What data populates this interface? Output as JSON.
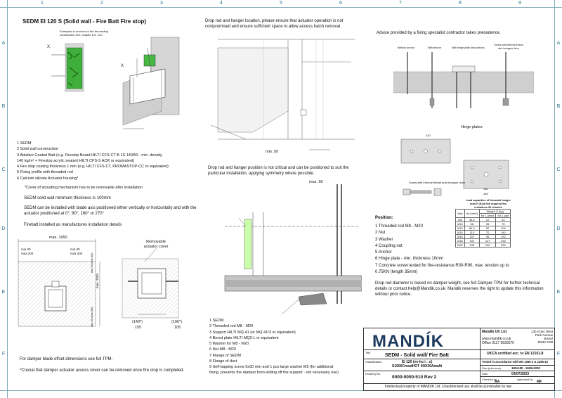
{
  "frame": {
    "columns": [
      "1",
      "2",
      "3",
      "4",
      "5",
      "6",
      "7",
      "8",
      "9"
    ],
    "rows": [
      "A",
      "B",
      "C",
      "D",
      "E",
      "F"
    ]
  },
  "left": {
    "title": "SEDM EI 120 S (Solid wall - Fire Batt Fire stop)",
    "examples_note": "Examples of anchors to the fire sealing construction see: chapter 6.5 - 6.0.",
    "legend": [
      "1   SEDM",
      "2   Solid wall construction",
      "3   Ablative Coated Batt (e.g. Firestop Board HILTI CFS-CT B 1S 140/50 - min. density",
      "     140 kg/m³ + Firestop acrylic sealant HILTI CFS-S ACR or equivalent)",
      "4   Fire stop coating thickness 1 mm (e.g. HILTI CFS-CT, PROMASTOP-CC or equivalent)",
      "5   Fixing profile with threaded rod",
      "6   Calcium silicate Actuator housing*"
    ],
    "cover_note": "*Cover of actuating mechanism has to be removable after installation",
    "min_thickness": "SEDM solid wall minimum thickness is 100mm",
    "blade_note": "SEDM can be installed with blade axis positioned either vertically or horizontally and with the actuator positioned at 0°, 90°, 180° or 270°",
    "firebatt_note": "Firebatt installed as manufactures installation details",
    "dims": {
      "max1650": "max. 1650",
      "min30_left": "min.30\nmax.400",
      "min30_right": "min.30\nmax.400",
      "max2050": "max. 2050",
      "min30_v1": "min.30 max.400",
      "min30_v2": "min.30 max.400",
      "removable_cover": "Removable actuator cover",
      "d140": "(140*)",
      "d155": "155",
      "d106": "(106*)",
      "d105": "105"
    },
    "offset_note": "For damper blade offset dimensions see full TPM.",
    "crucial_note": "*Crucial that damper actuator access cover can be removed once fire stop is completed.",
    "x_label": "X",
    "x_label2": "X"
  },
  "middle": {
    "drop_rod_note": "Drop rod and hanger location, please ensure that actuator operation is not compromised and ensure sufficient space to allow access hatch removal.",
    "drop_rod_note2": "Drop rod and hanger position is not critical and can be positioned to suit the particular installation, applying symmetry where possible.",
    "max50": "max. 50",
    "min50": "min. 50",
    "legend": [
      "1   SEDM",
      "2   Threaded rod M8 - M20",
      "3   Support HILTI MQ-41 (or MQ-41/3 or equivalent)",
      "4   Bored plate HILTI MQ2-L or equivalent",
      "5   Washer for M8 - M20",
      "6   Nut M8 - M20",
      "7   Flange of SEDM",
      "8   Flange of duct",
      "9   Self-tapping screw 5x30 mm and 1 pcs large washer M5 (for additional",
      "     fixing, prevents the damper from sliding off the support - not necessary use)"
    ]
  },
  "right": {
    "advice": "Advice provided by a fixing specialist contractor takes precedence.",
    "anchor_labels": [
      "Without anchor",
      "With anchor",
      "With hinge plate and anchors",
      "Screw with internal thread and hexagon drive"
    ],
    "hinge_plates": "Hinge plates",
    "screw_label": "Screw with internal thread and hexagon drive",
    "load_caption": "Load capacities of threaded hanger rods F [N] at the required fire resistance 90 minutes",
    "table": {
      "headers": [
        "Size",
        "As [mm²]",
        "Weight G [kg]",
        "for 1 piece",
        "for 1 pair"
      ],
      "rows": [
        [
          "M8",
          "36.6",
          "22",
          "44"
        ],
        [
          "M10",
          "58",
          "35",
          "70"
        ],
        [
          "M12",
          "84.3",
          "52",
          "104"
        ],
        [
          "M14",
          "115",
          "70",
          "140"
        ],
        [
          "M16",
          "157",
          "96",
          "192"
        ],
        [
          "M18",
          "192",
          "117",
          "234"
        ],
        [
          "M20",
          "245",
          "150",
          "300"
        ]
      ]
    },
    "position_title": "Position:",
    "positions": [
      "1   Threaded rod M8 - M20",
      "2   Nut",
      "3   Washer",
      "4   Coupling nut",
      "5   Anchor",
      "6   Hinge plate - min. thickness 10mm",
      "7   Concrete screw tested for fire-resistance R30-R90, max. tension up to",
      "     0.75KN (length 35mm)"
    ],
    "diameter_note": "Drop rod diameter is based on damper weight, see full Damper TPM for further technical details or contact help@Mandik.co.uk. Mandik reserves the right to update this information without prior notice.",
    "dims": {
      "d120": "120",
      "d150": "150",
      "d100": "100",
      "d130": "130"
    }
  },
  "titleblock": {
    "logo": "MANDÍK",
    "company": "Mandik UK Ltd",
    "web": "www.mandik.co.uk",
    "office": "Office 0117 9536576",
    "address": "130 Aztec West\nPark Avenue\nBristol\nBS32 4GB",
    "title_label": "Title",
    "title": "SEDM - Solid wall/ Fire Batt",
    "ukca": "UKCA certified acc. to EN 12101-8",
    "classification_label": "Classification",
    "classification": "EI 120 (ve·ho i↔o)\nS1500CmodHOT 400/30Amulti",
    "tested": "Tested in accordance with EN 1366-2 & 1366-10",
    "sizes_label": "Size (min-max)",
    "sizes": "180x180 - 1600x1000",
    "date_label": "Date",
    "date": "03/07/2023",
    "drawing_label": "Drawing No.",
    "drawing_no": "0000-0000-510 Rev 2",
    "checked_label": "Checked by",
    "checked": "AA",
    "approved_label": "Approved by",
    "approved": "MF",
    "ip_note": "Intellectual property of MANDIK Ltd. Unauthorised use shall be punishable by law"
  }
}
